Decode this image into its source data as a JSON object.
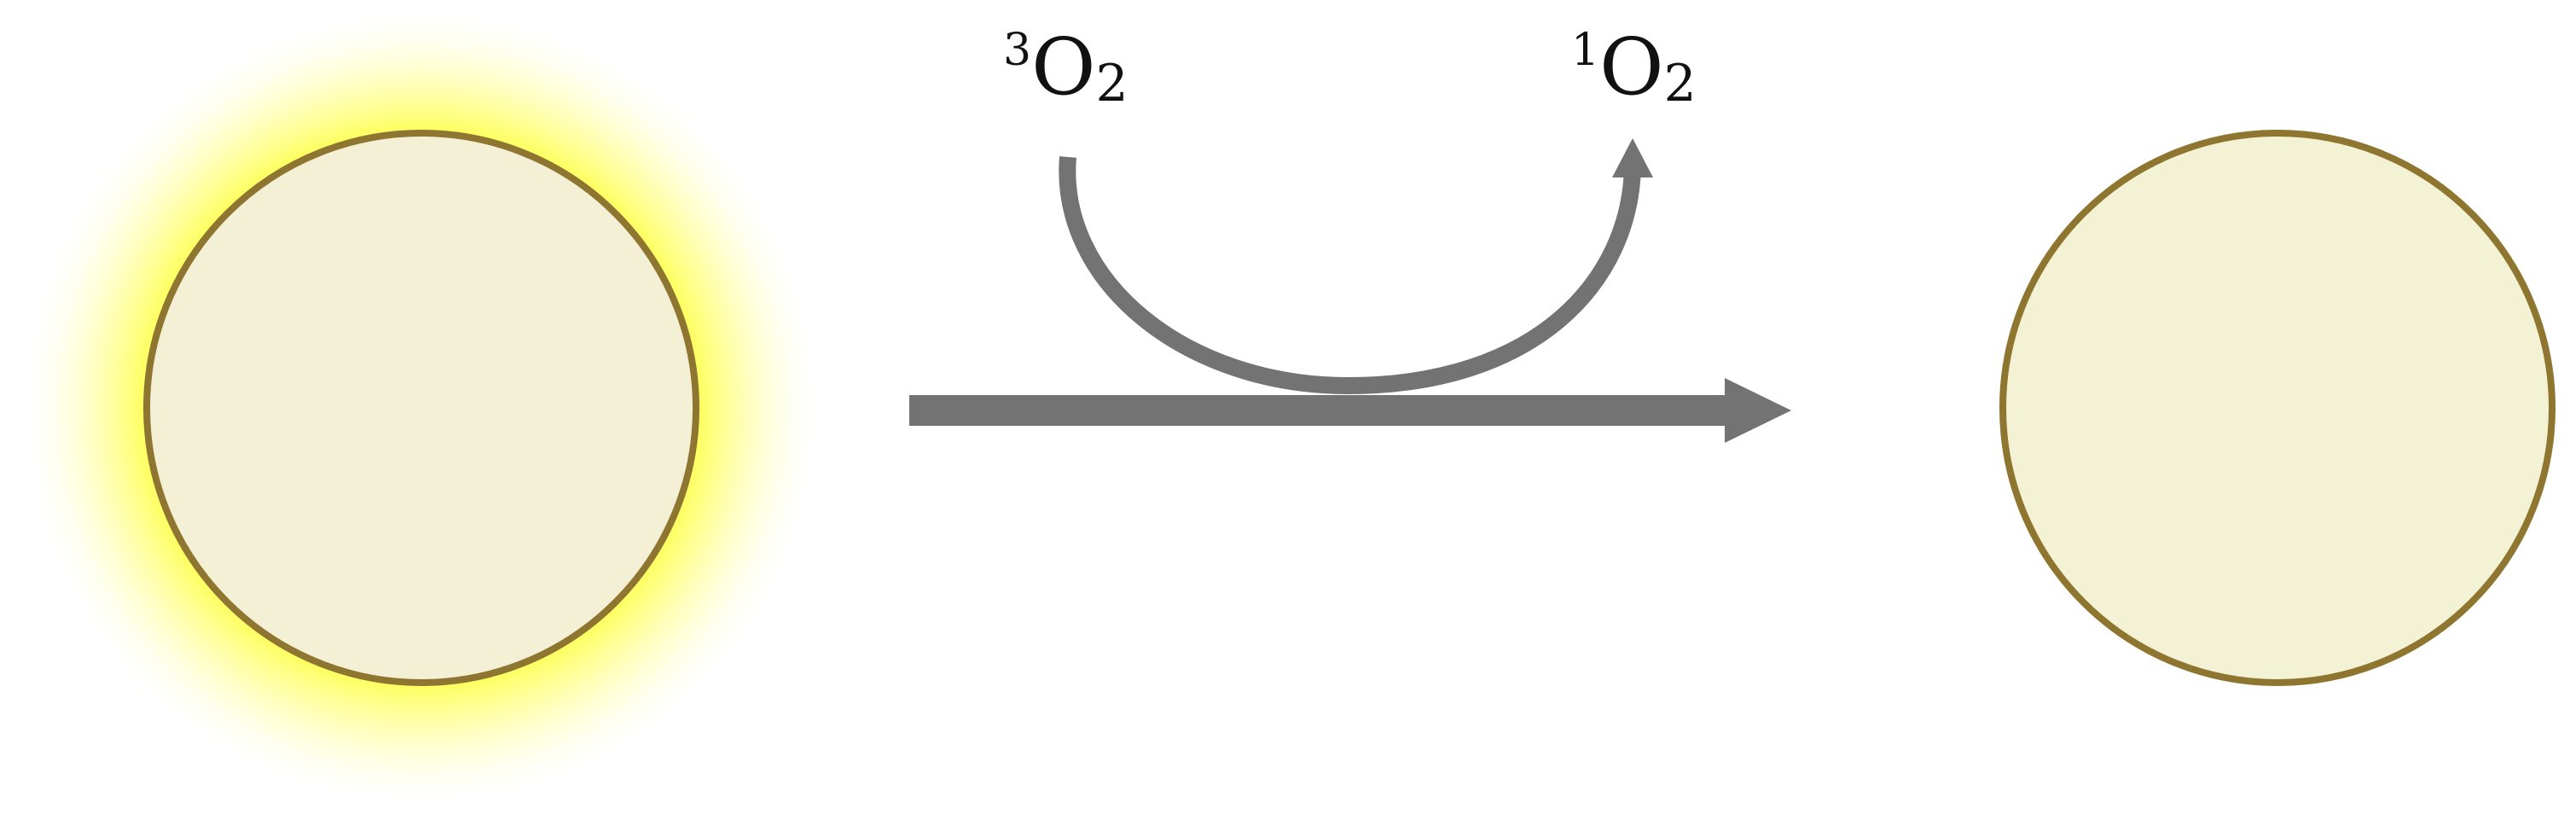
{
  "colors": {
    "glow": "#ffff99",
    "particle_fill": "#f3f0d6",
    "particle_fill_right": "#f4f2d4",
    "particle_stroke": "#8e7530",
    "arrow": "#737373",
    "text": "#111111"
  },
  "labels": {
    "reactant_oxygen": {
      "prefix": "3",
      "body": "O",
      "subscript": "2"
    },
    "product_oxygen": {
      "prefix": "1",
      "body": "O",
      "subscript": "2"
    }
  }
}
